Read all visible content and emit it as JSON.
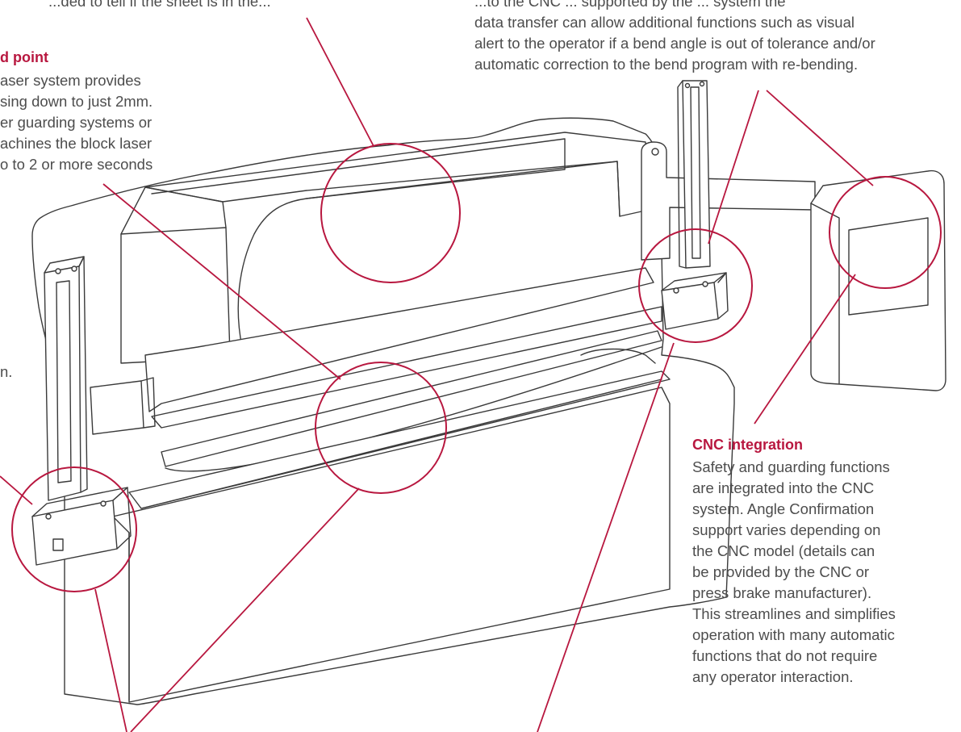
{
  "colors": {
    "accent": "#b8173f",
    "body_text": "#4d4d4d",
    "line_art": "#3a3a3a",
    "background": "#ffffff"
  },
  "top_left": {
    "intro_fragment": "...ded to tell if the sheet is in the..."
  },
  "left_callout": {
    "heading": "d point",
    "lines": [
      "aser system provides",
      "sing down to just 2mm.",
      "er guarding systems or",
      "achines the block laser",
      "o to 2 or more seconds"
    ],
    "fragment": "n."
  },
  "top_right_callout": {
    "lines": [
      "...to the CNC ... supported by the ... system the",
      "data transfer can allow additional functions such as visual",
      "alert to the operator if a bend angle is out of tolerance and/or",
      "automatic correction to the bend program with re-bending."
    ]
  },
  "cnc_callout": {
    "heading": "CNC integration",
    "lines": [
      "Safety and guarding functions",
      "are integrated into the CNC",
      "system. Angle Confirmation",
      "support varies depending on",
      "the CNC model (details can",
      "be provided by the CNC or",
      "press brake manufacturer).",
      "This streamlines and simplifies",
      "operation with many automatic",
      "functions that do not require",
      "any operator interaction."
    ]
  }
}
